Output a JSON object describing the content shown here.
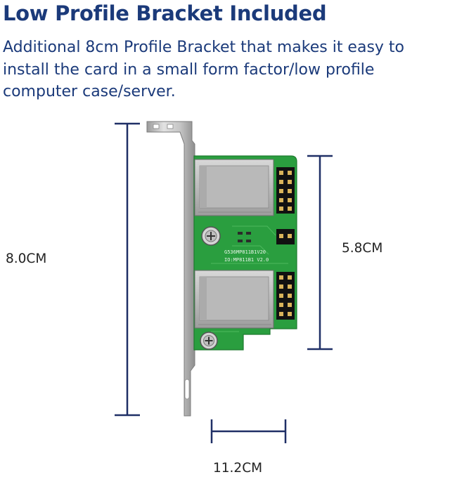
{
  "title": "Low Profile Bracket Included",
  "description": "Additional 8cm Profile Bracket that makes it easy to install the card in a small form factor/low profile computer case/server.",
  "dimensions": {
    "bracket_height": "8.0CM",
    "card_height": "5.8CM",
    "card_width": "11.2CM"
  },
  "pcb_markings": {
    "line1": "G536MP811B1V20",
    "line2": "IO:MP811B1 V2.0"
  },
  "colors": {
    "heading": "#1b3a7a",
    "pcb": "#2a9e3f",
    "bracket": "#c8c8c8"
  }
}
